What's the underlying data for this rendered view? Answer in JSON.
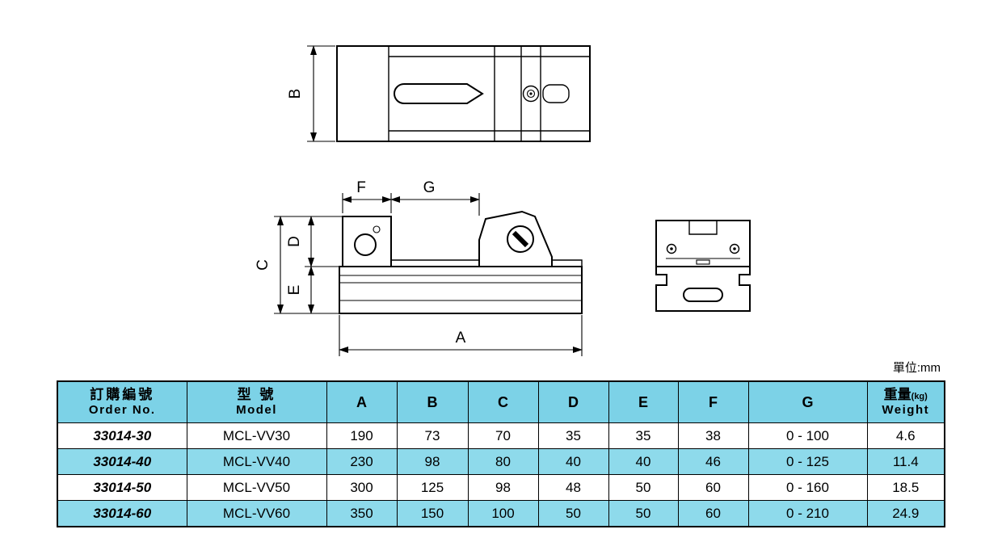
{
  "page": {
    "unit_label": "單位:mm"
  },
  "colors": {
    "c-header": "#7cd2e7",
    "c-alt": "#8edaeb"
  },
  "drawings": {
    "labels": {
      "A": "A",
      "B": "B",
      "C": "C",
      "D": "D",
      "E": "E",
      "F": "F",
      "G": "G"
    }
  },
  "table": {
    "headers": {
      "order": {
        "zh": "訂購編號",
        "en": "Order No."
      },
      "model": {
        "zh": "型 號",
        "en": "Model"
      },
      "dims": [
        "A",
        "B",
        "C",
        "D",
        "E",
        "F",
        "G"
      ],
      "weight": {
        "zh": "重量",
        "unit": "(kg)",
        "en": "Weight"
      }
    },
    "rows": [
      {
        "order": "33014-30",
        "model": "MCL-VV30",
        "A": "190",
        "B": "73",
        "C": "70",
        "D": "35",
        "E": "35",
        "F": "38",
        "G": "0 - 100",
        "weight": "4.6"
      },
      {
        "order": "33014-40",
        "model": "MCL-VV40",
        "A": "230",
        "B": "98",
        "C": "80",
        "D": "40",
        "E": "40",
        "F": "46",
        "G": "0 - 125",
        "weight": "11.4"
      },
      {
        "order": "33014-50",
        "model": "MCL-VV50",
        "A": "300",
        "B": "125",
        "C": "98",
        "D": "48",
        "E": "50",
        "F": "60",
        "G": "0 - 160",
        "weight": "18.5"
      },
      {
        "order": "33014-60",
        "model": "MCL-VV60",
        "A": "350",
        "B": "150",
        "C": "100",
        "D": "50",
        "E": "50",
        "F": "60",
        "G": "0 - 210",
        "weight": "24.9"
      }
    ]
  }
}
